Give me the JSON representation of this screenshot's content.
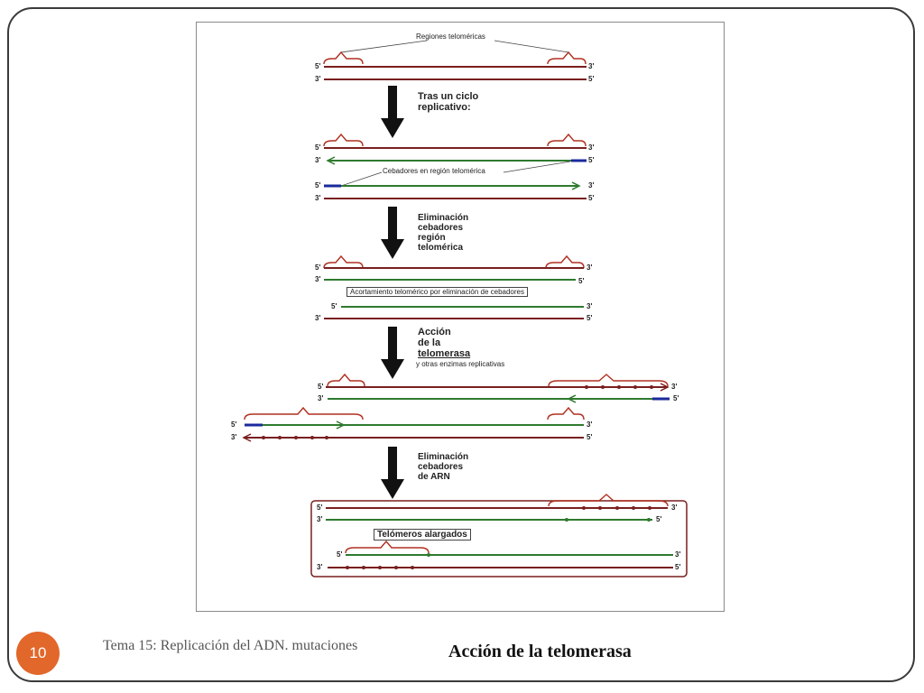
{
  "slide": {
    "number": "10",
    "footer_left": "Tema 15: Replicación del ADN. mutaciones",
    "title": "Acción de la telomerasa"
  },
  "diagram": {
    "top_label": "Regiones teloméricas",
    "step1_caption": [
      "Tras un ciclo",
      "replicativo:"
    ],
    "primers_label": "Cebadores en región telomérica",
    "step2_caption": [
      "Eliminación",
      "cebadores",
      "región",
      "telomérica"
    ],
    "shortening_label": "Acortamiento telomérico por eliminación de cebadores",
    "step3_caption": [
      "Acción",
      "de la",
      "telomerasa"
    ],
    "step3_sub": "y otras enzimas replicativas",
    "step4_caption": [
      "Eliminación",
      "cebadores",
      "de ARN"
    ],
    "lengthened_label": "Telómeros alargados",
    "end_5": "5'",
    "end_3": "3'"
  },
  "colors": {
    "parental_strand": "#7a1f1f",
    "new_strand": "#2e7a2e",
    "primer": "#1a2a9c",
    "brace": "#b03020",
    "arrow": "#111111",
    "slide_badge": "#e2672a"
  }
}
